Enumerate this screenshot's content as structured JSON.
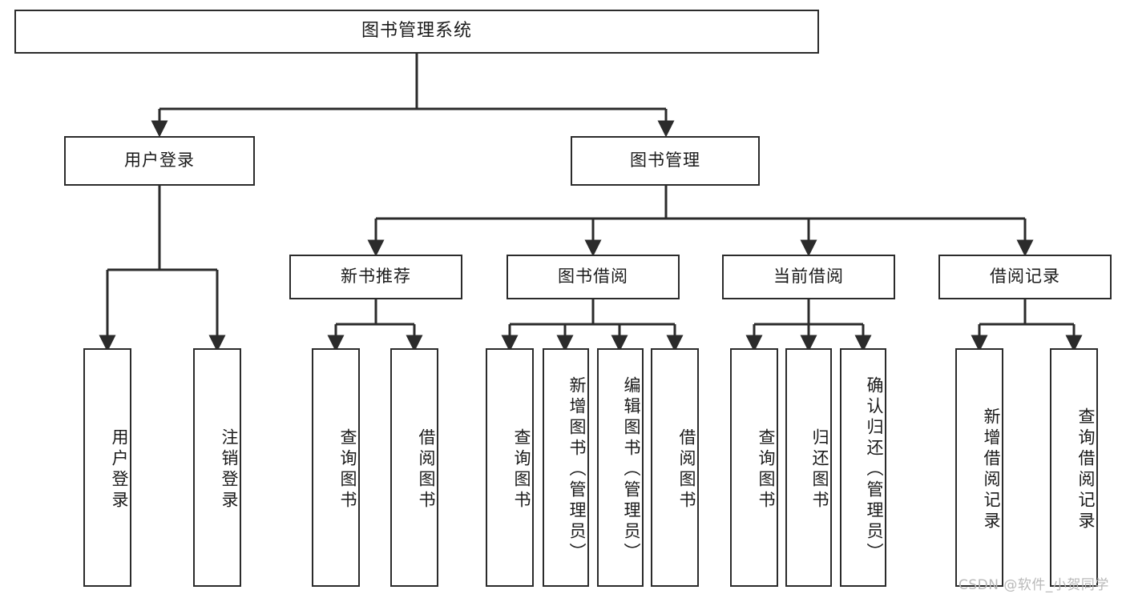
{
  "diagram": {
    "title": "图书管理系统",
    "type": "tree-hierarchy",
    "stroke_color": "#2b2b2b",
    "background_color": "#ffffff",
    "text_color": "#1a1a1a"
  },
  "root": {
    "label": "图书管理系统"
  },
  "level2": [
    {
      "label": "用户登录"
    },
    {
      "label": "图书管理"
    }
  ],
  "level3": [
    {
      "label": "新书推荐"
    },
    {
      "label": "图书借阅"
    },
    {
      "label": "当前借阅"
    },
    {
      "label": "借阅记录"
    }
  ],
  "leaves": {
    "user_login": [
      {
        "label": "用户登录"
      },
      {
        "label": "注销登录"
      }
    ],
    "new_book_recommend": [
      {
        "label": "查询图书"
      },
      {
        "label": "借阅图书"
      }
    ],
    "book_borrow": [
      {
        "label": "查询图书"
      },
      {
        "label": "新增图书（管理员）"
      },
      {
        "label": "编辑图书（管理员）"
      },
      {
        "label": "借阅图书"
      }
    ],
    "current_borrow": [
      {
        "label": "查询图书"
      },
      {
        "label": "归还图书"
      },
      {
        "label": "确认归还（管理员）"
      }
    ],
    "borrow_record": [
      {
        "label": "新增借阅记录"
      },
      {
        "label": "查询借阅记录"
      }
    ]
  },
  "watermark": {
    "text": "CSDN @软件_小贺同学",
    "color": "#b9b9b9"
  }
}
